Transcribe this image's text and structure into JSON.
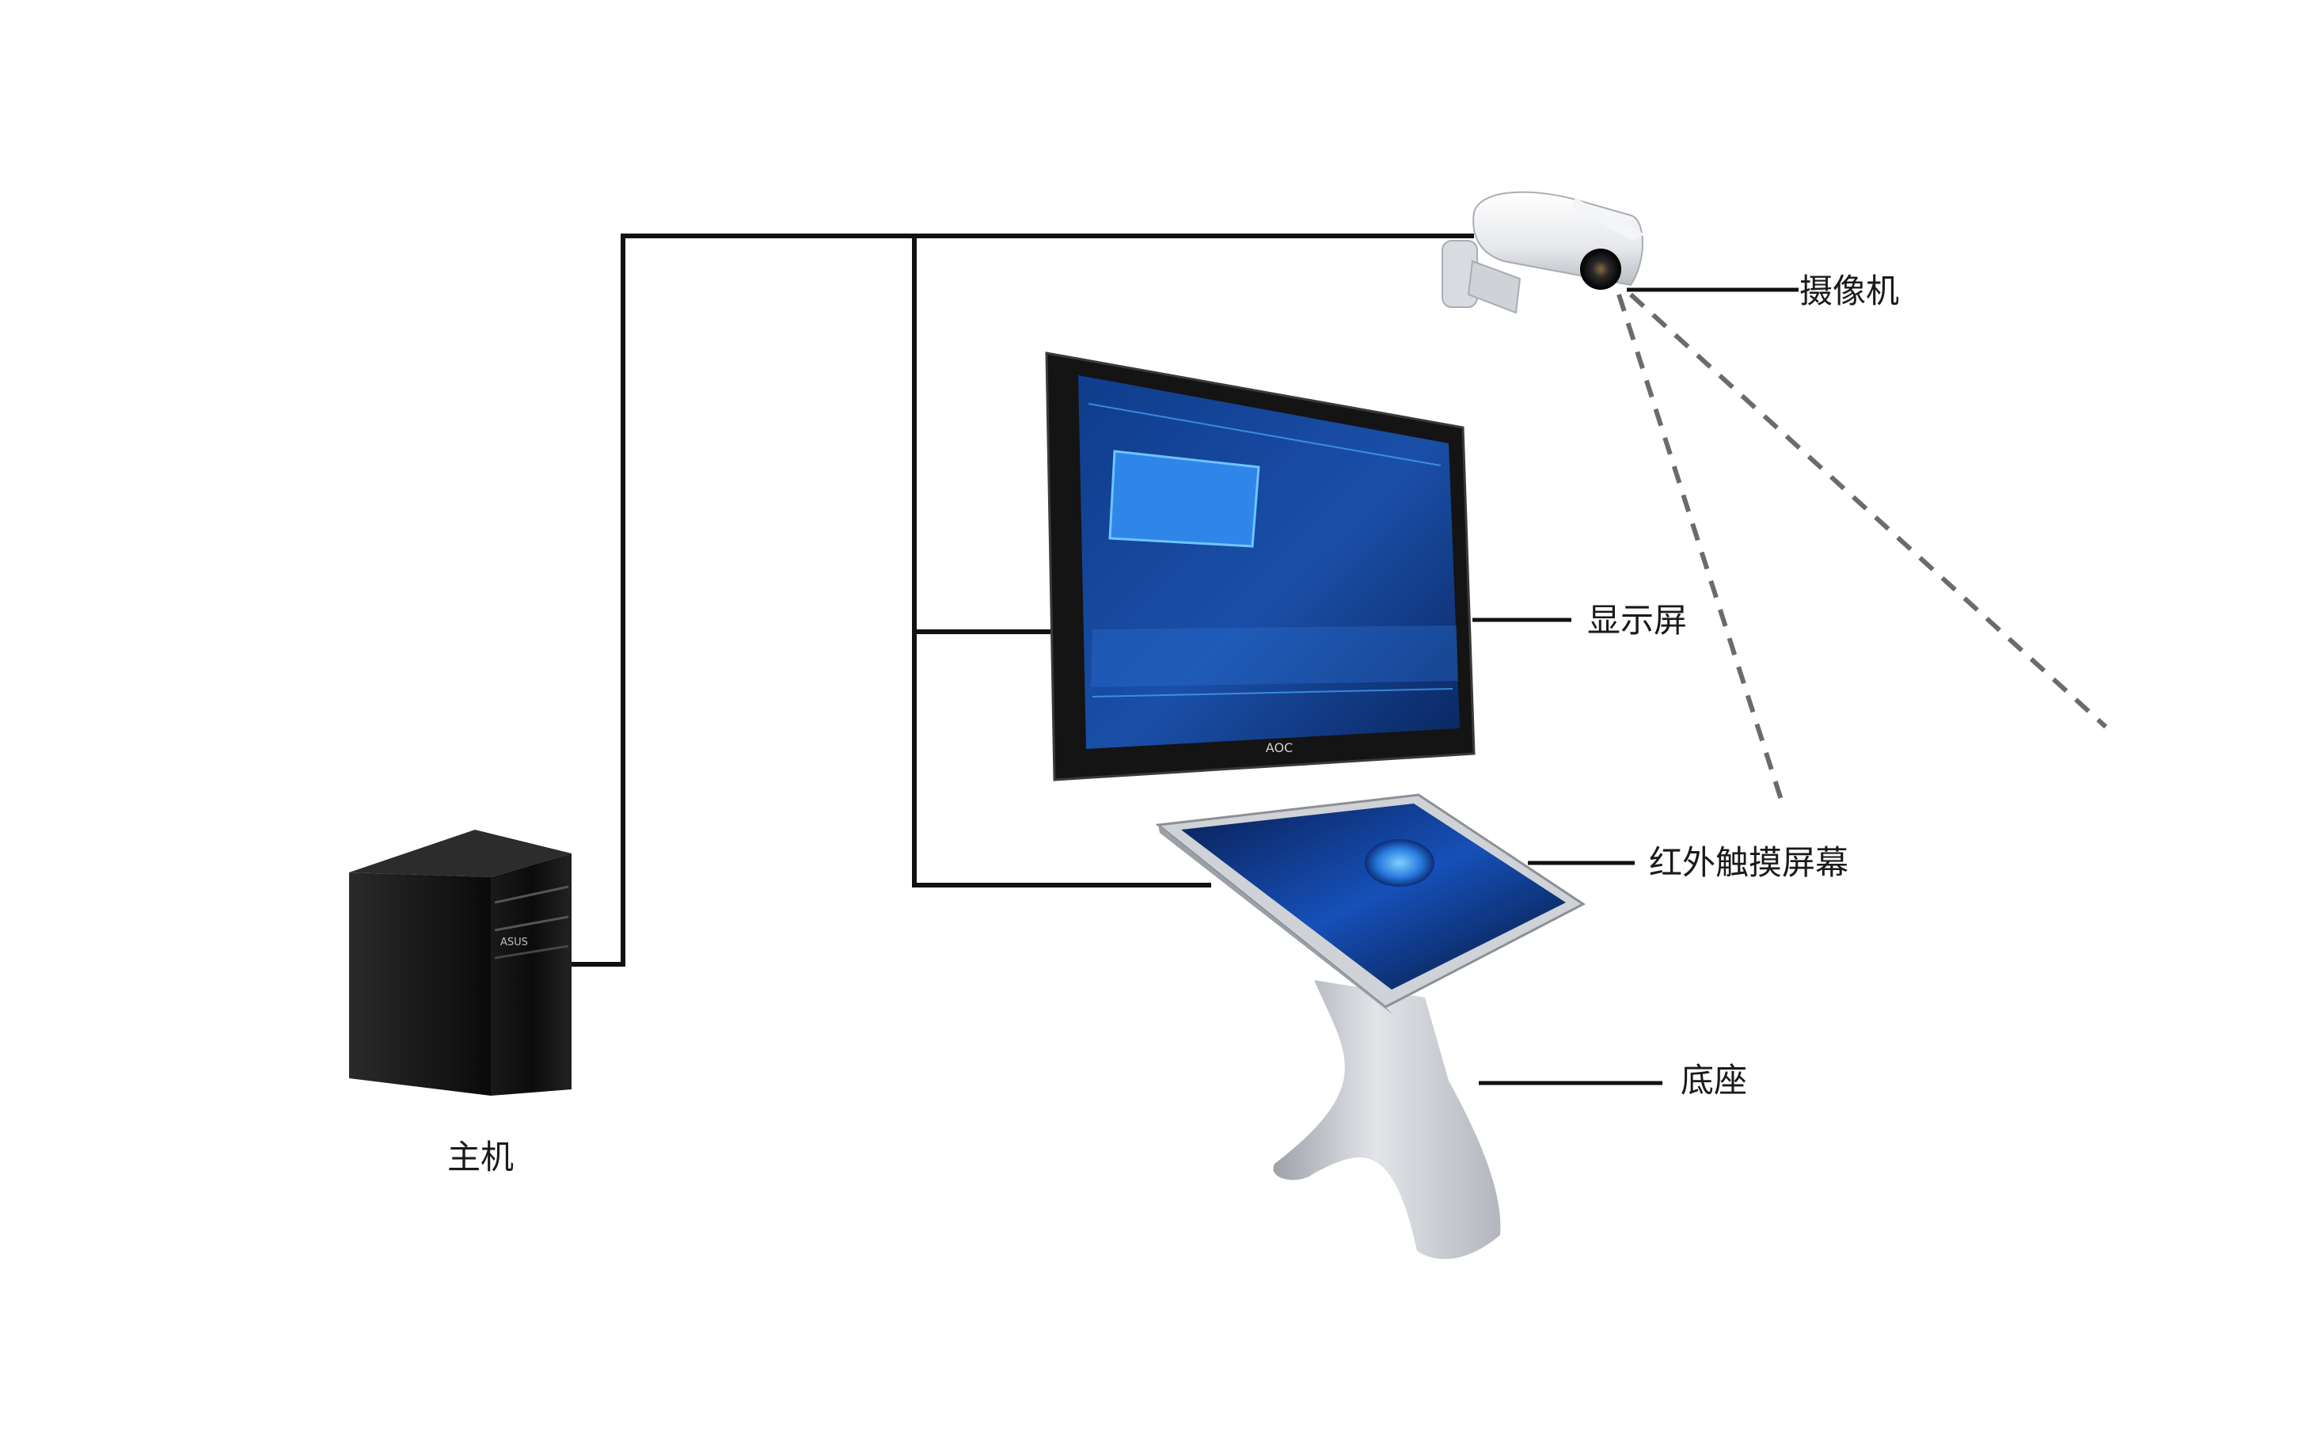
{
  "diagram": {
    "labels": {
      "camera": "摄像机",
      "display": "显示屏",
      "touch_screen": "红外触摸屏幕",
      "base": "底座",
      "host": "主机"
    },
    "monitor_brand": "AOC",
    "case_brand": "ASUS",
    "colors": {
      "background": "#ffffff",
      "line": "#111111",
      "dashed": "#6b6b6b",
      "screen_blue": "#1a4fa8",
      "metal": "#c9ccd1"
    },
    "icons": [
      "pc-tower-icon",
      "monitor-icon",
      "touch-kiosk-icon",
      "security-camera-icon"
    ]
  }
}
